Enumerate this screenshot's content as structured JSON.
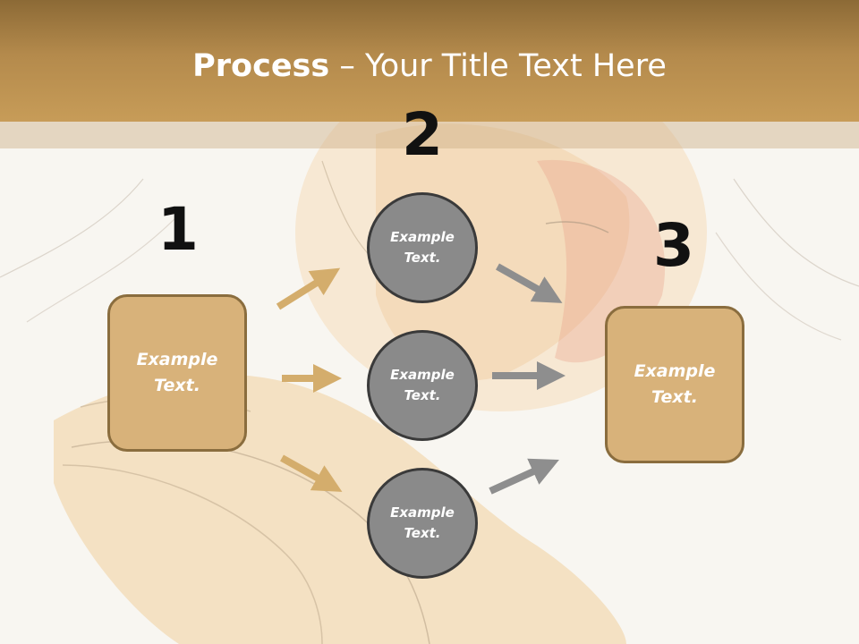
{
  "title": {
    "bold": "Process",
    "rest": " – Your Title Text Here"
  },
  "steps": [
    {
      "number": "1",
      "label": "Example Text."
    },
    {
      "number": "2",
      "label": "Example Text."
    },
    {
      "number": "3",
      "label": "Example Text."
    }
  ],
  "circles": [
    {
      "label": "Example Text."
    },
    {
      "label": "Example Text."
    },
    {
      "label": "Example Text."
    }
  ],
  "colors": {
    "header": "#b48a4c",
    "box_fill": "#d8b27a",
    "box_border": "#8a6d3e",
    "circle_fill": "#8a8a8a",
    "circle_border": "#3a3a3a",
    "arrow_tan": "#d4ad6c",
    "arrow_gray": "#8e8e8e"
  }
}
